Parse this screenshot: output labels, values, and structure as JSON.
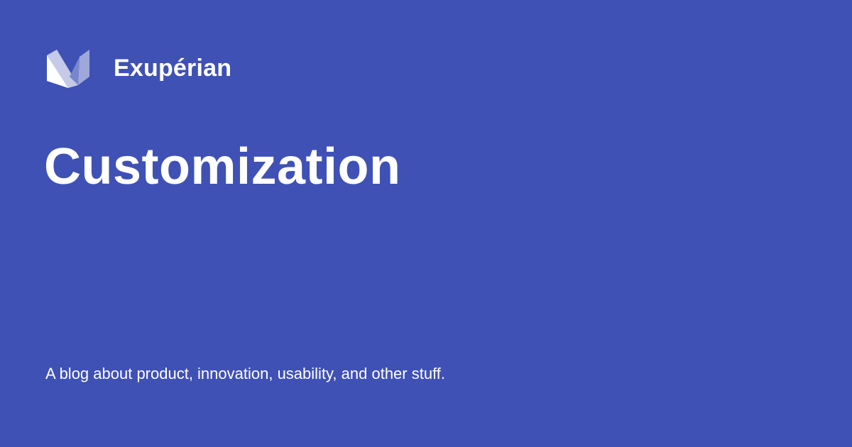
{
  "brand": {
    "name": "Exupérian",
    "logo_icon": "folded-v-logo-icon"
  },
  "page": {
    "title": "Customization",
    "tagline": "A blog about product, innovation, usability, and other stuff."
  },
  "colors": {
    "background": "#3f51b5",
    "text": "#ffffff",
    "logo_light": "#ffffff",
    "logo_mid": "#c5cae9",
    "logo_dark": "#9fa8da"
  }
}
